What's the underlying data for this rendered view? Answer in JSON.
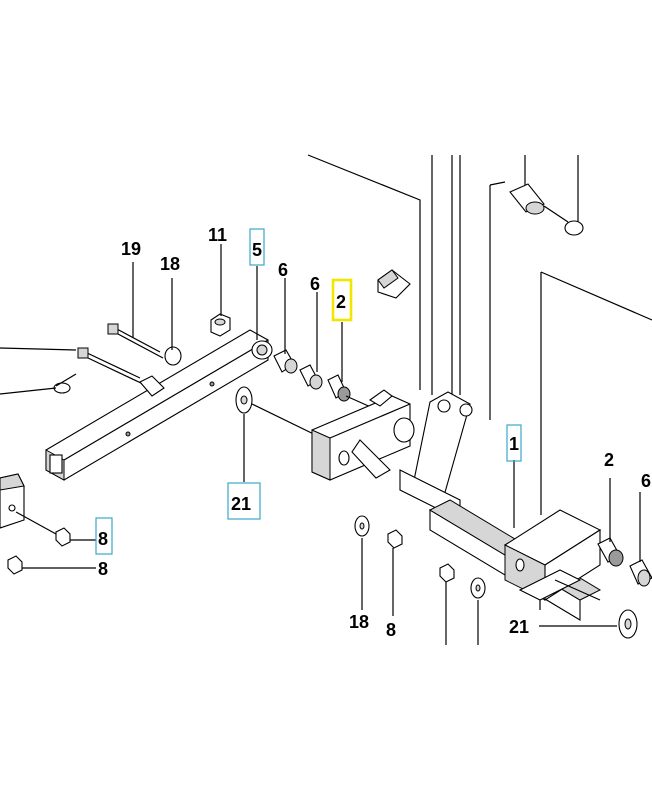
{
  "diagram": {
    "callouts": {
      "c1": "1",
      "c2_highlight": "2",
      "c2_right": "2",
      "c5": "5",
      "c6_a": "6",
      "c6_b": "6",
      "c8_highlight": "8",
      "c8_lower": "8",
      "c8_mid": "8",
      "c11": "11",
      "c18_left": "18",
      "c18_mid": "18",
      "c19": "19",
      "c21_highlight": "21",
      "c21_right": "21",
      "c6_cut": "6"
    },
    "highlight_colors": {
      "selected": "#f2e600",
      "related": "#3aa7c7"
    }
  }
}
